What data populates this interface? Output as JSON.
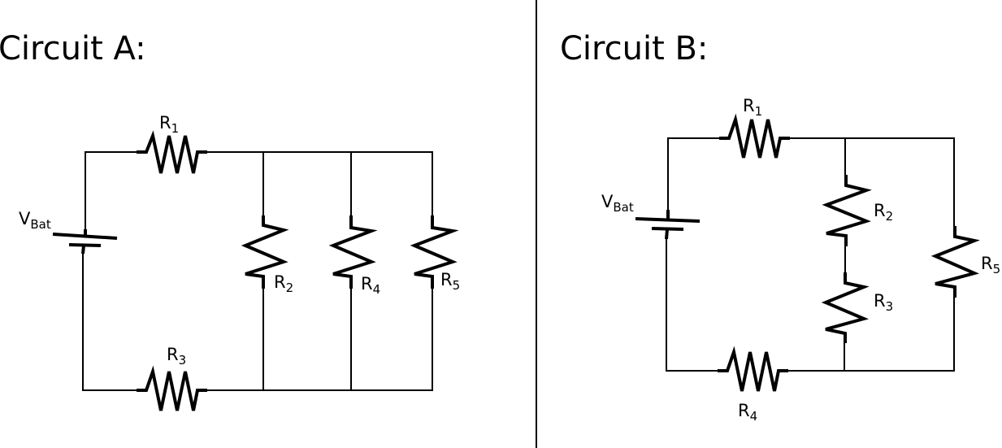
{
  "circuits": [
    {
      "title": "Circuit A:",
      "battery": {
        "label": "V",
        "subscript": "Bat"
      },
      "resistors": [
        {
          "label": "R",
          "subscript": "1"
        },
        {
          "label": "R",
          "subscript": "2"
        },
        {
          "label": "R",
          "subscript": "3"
        },
        {
          "label": "R",
          "subscript": "4"
        },
        {
          "label": "R",
          "subscript": "5"
        }
      ]
    },
    {
      "title": "Circuit B:",
      "battery": {
        "label": "V",
        "subscript": "Bat"
      },
      "resistors": [
        {
          "label": "R",
          "subscript": "1"
        },
        {
          "label": "R",
          "subscript": "2"
        },
        {
          "label": "R",
          "subscript": "3"
        },
        {
          "label": "R",
          "subscript": "4"
        },
        {
          "label": "R",
          "subscript": "5"
        }
      ]
    }
  ]
}
